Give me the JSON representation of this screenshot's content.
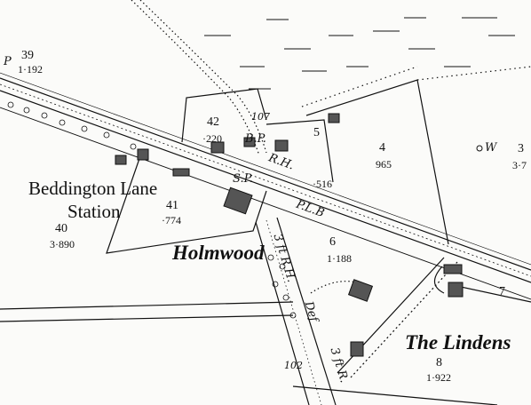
{
  "map": {
    "station_name_line1": "Beddington Lane",
    "station_name_line2": "Station",
    "places": {
      "holmwood": "Holmwood",
      "the_lindens": "The Lindens"
    },
    "parcels": [
      {
        "id": "p39",
        "number": "39",
        "area": "1·192",
        "prefix": "P"
      },
      {
        "id": "p42",
        "number": "42",
        "area": "·220"
      },
      {
        "id": "p5",
        "number": "5",
        "area": "·516"
      },
      {
        "id": "p4",
        "number": "4",
        "area": "965"
      },
      {
        "id": "p3",
        "number": "3",
        "area": "3·7"
      },
      {
        "id": "p41",
        "number": "41",
        "area": "·774"
      },
      {
        "id": "p40",
        "number": "40",
        "area": "3·890"
      },
      {
        "id": "p6",
        "number": "6",
        "area": "1·188"
      },
      {
        "id": "p7",
        "number": "7",
        "area": ""
      },
      {
        "id": "p8",
        "number": "8",
        "area": "1·922"
      }
    ],
    "annotations": {
      "bp": "B.P.",
      "road_right": "R.H.",
      "sp": "S.P.",
      "plb": "P.L.B",
      "road_3ft": "3 ft R.H.",
      "def": "Def",
      "road_3ftr": "3 ft R.",
      "w": "W",
      "bm_107": "107",
      "bm_102": "102"
    },
    "colors": {
      "ink": "#111111",
      "paper": "#fbfbf9"
    }
  }
}
